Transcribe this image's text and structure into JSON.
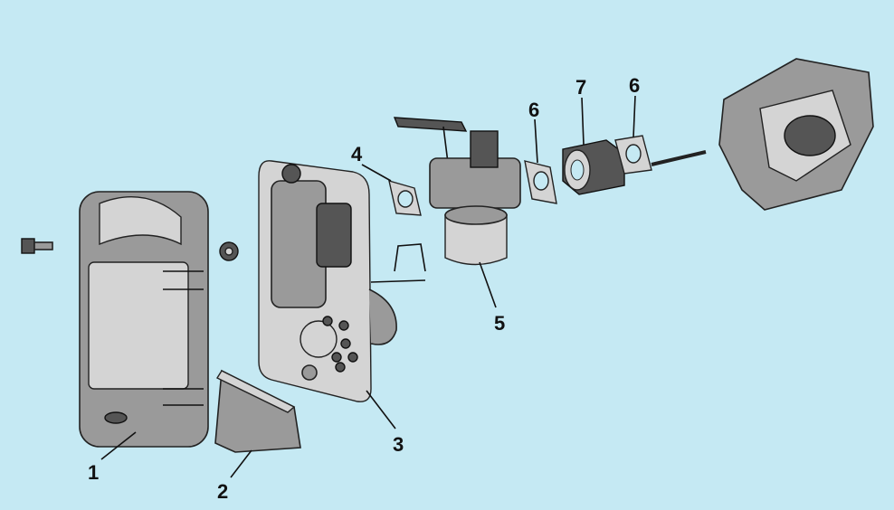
{
  "diagram": {
    "type": "exploded parts diagram",
    "background_color": "#c5e9f3",
    "callouts": [
      {
        "id": "1",
        "label": "1"
      },
      {
        "id": "2",
        "label": "2"
      },
      {
        "id": "3",
        "label": "3"
      },
      {
        "id": "4",
        "label": "4"
      },
      {
        "id": "5",
        "label": "5"
      },
      {
        "id": "6a",
        "label": "6"
      },
      {
        "id": "7",
        "label": "7"
      },
      {
        "id": "6b",
        "label": "6"
      }
    ]
  }
}
